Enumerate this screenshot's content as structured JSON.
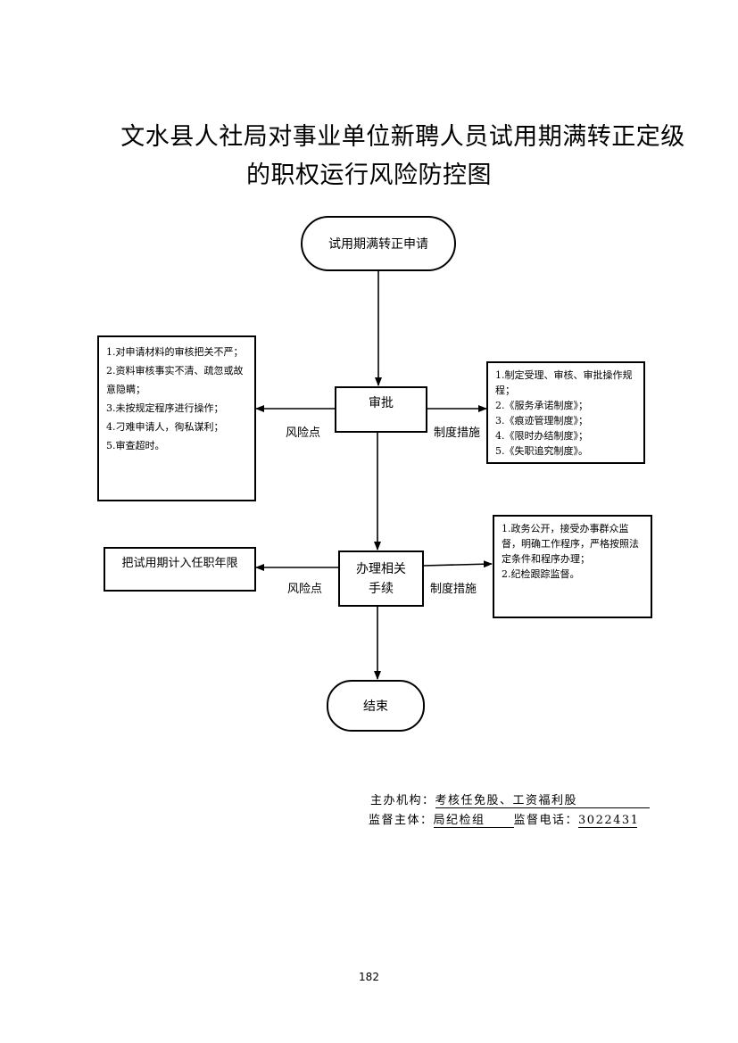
{
  "title": {
    "line1": "文水县人社局对事业单位新聘人员试用期满转正定级",
    "line2": "的职权运行风险防控图"
  },
  "flow": {
    "start": "试用期满转正申请",
    "step1": "审批",
    "step2_line1": "办理相关",
    "step2_line2": "手续",
    "end": "结束"
  },
  "labels": {
    "risk1": "风险点",
    "measure1": "制度措施",
    "risk2": "风险点",
    "measure2": "制度措施"
  },
  "risk_box_1": [
    "1.对申请材料的审核把关不严；",
    "2.资料审核事实不清、疏忽或故意隐瞒；",
    "3.未按规定程序进行操作；",
    "4.刁难申请人，徇私谋利；",
    "5.审查超时。"
  ],
  "measure_box_1": [
    "1.制定受理、审核、审批操作规程；",
    "2.《服务承诺制度》；",
    "3.《痕迹管理制度》；",
    "4.《限时办结制度》；",
    "5.《失职追究制度》。"
  ],
  "risk_box_2": "把试用期计入任职年限",
  "measure_box_2": [
    "1.政务公开，接受办事群众监督，明确工作程序，严格按照法定条件和程序办理；",
    "2.纪检跟踪监督。"
  ],
  "footer": {
    "org_label": "主办机构：",
    "org_value": "考核任免股、工资福利股",
    "sup_label": "监督主体：",
    "sup_value": "局纪检组",
    "phone_label": "监督电话：",
    "phone_value": "3022431"
  },
  "page_number": "182"
}
